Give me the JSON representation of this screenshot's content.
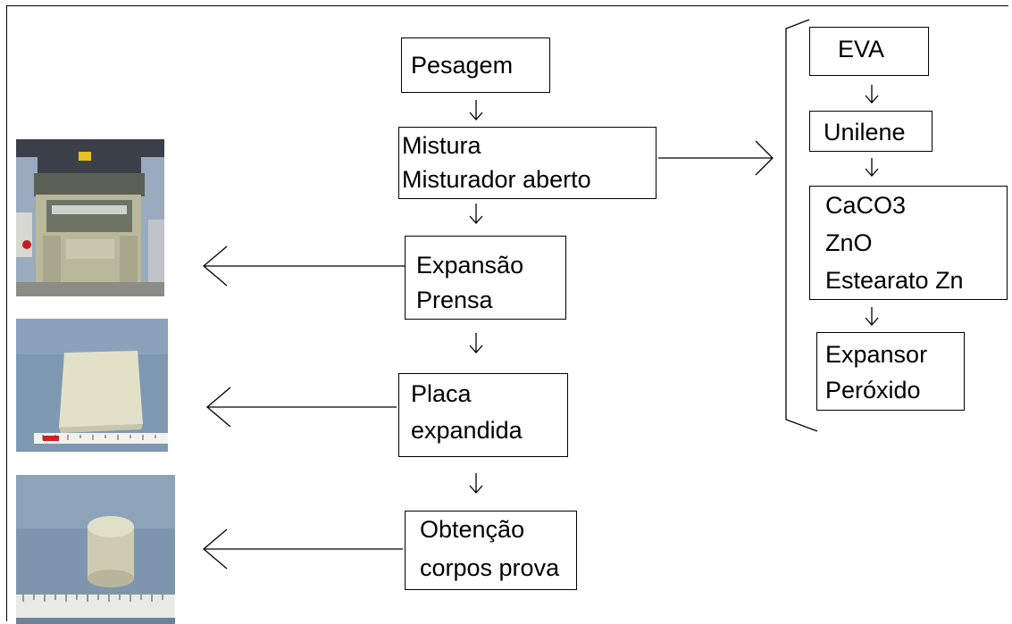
{
  "flow": {
    "step1": "Pesagem",
    "step2": [
      "Mistura",
      "Misturador aberto"
    ],
    "step3": [
      "Expansão",
      "Prensa"
    ],
    "step4": [
      "Placa",
      "expandida"
    ],
    "step5": [
      "Obtenção",
      "corpos prova"
    ]
  },
  "ingredients": {
    "eva": "EVA",
    "unilene": "Unilene",
    "fillers": [
      "CaCO3",
      "ZnO",
      "Estearato Zn"
    ],
    "agents": [
      "Expansor",
      "Peróxido"
    ]
  },
  "photos": [
    {
      "name": "press-machine-photo"
    },
    {
      "name": "expanded-plate-photo"
    },
    {
      "name": "specimen-photo"
    }
  ],
  "colors": {
    "line": "#000000",
    "box_border": "#000000",
    "background": "#ffffff"
  }
}
